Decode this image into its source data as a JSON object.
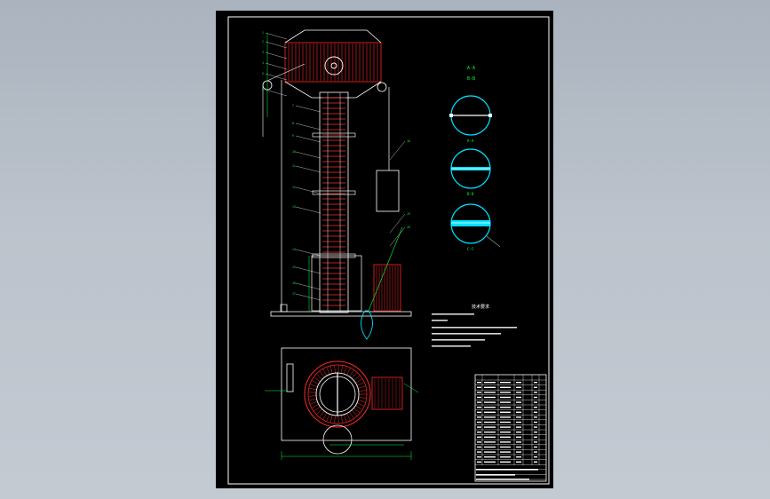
{
  "viewport": {
    "background": "#b4bcc6",
    "sheet_color": "#000000"
  },
  "colors": {
    "frame": "#ffffff",
    "drum": "#ff2a2a",
    "dimension": "#00ff3c",
    "section": "#00e0ff",
    "outline": "#e8e8e8",
    "text": "#ffffff"
  },
  "drawing": {
    "balloon_labels": [
      "1",
      "2",
      "3",
      "4",
      "5",
      "6",
      "7",
      "8",
      "9",
      "10",
      "11",
      "12",
      "13",
      "14",
      "15",
      "16",
      "17",
      "18",
      "19",
      "20"
    ],
    "section_labels": [
      "A-A",
      "B-B",
      "C-C"
    ],
    "title": "技术要求"
  }
}
